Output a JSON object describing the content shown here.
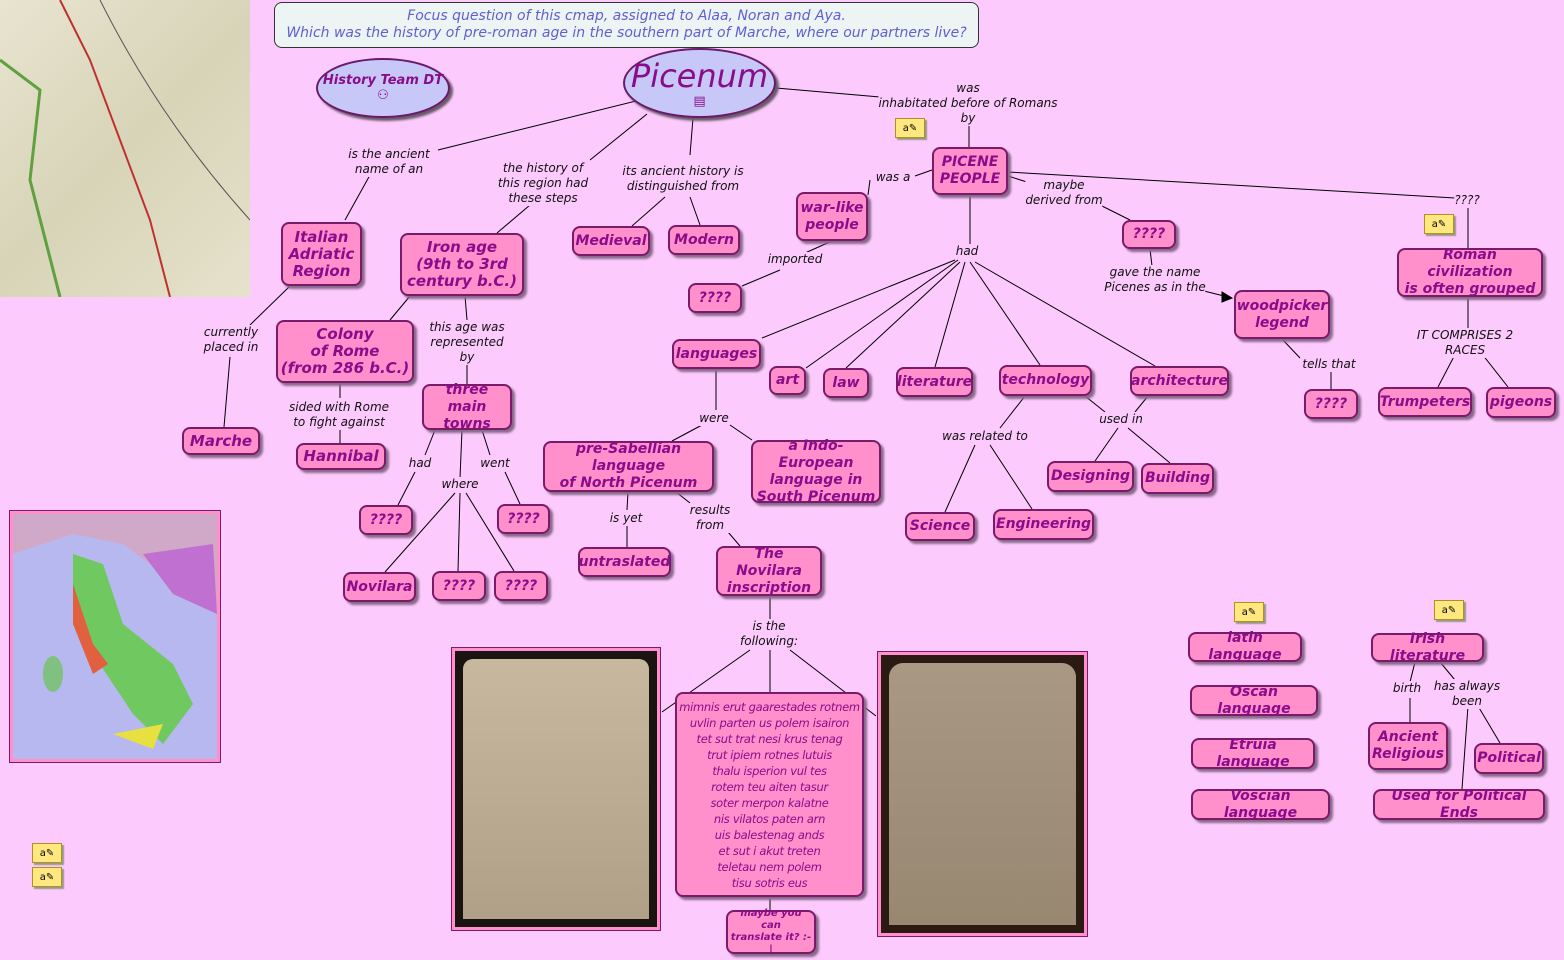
{
  "focus": {
    "line1": "Focus question of this cmap, assigned to Alaa, Noran and Aya.",
    "line2": "Which was the history of pre-roman age in the southern part of Marche, where our partners live?"
  },
  "colors": {
    "background": "#fccafc",
    "concept": "#ff90cc",
    "ellipse": "#c8c8f8",
    "text": "#8a0c8a"
  },
  "ellipses": {
    "team": "History Team DT",
    "main": "Picenum"
  },
  "concepts": {
    "italian": "Italian\nAdriatic\nRegion",
    "iron": "Iron age\n(9th to 3rd\ncentury b.C.)",
    "medieval": "Medieval",
    "modern": "Modern",
    "picene": "PICENE\nPEOPLE",
    "warlike": "war-like\npeople",
    "q_derived": "????",
    "roman": "Roman civilization\nis often grouped",
    "colony": "Colony\nof Rome\n(from 286 b.C.)",
    "marche": "Marche",
    "hannibal": "Hannibal",
    "towns": "three main\ntowns",
    "q_imported": "????",
    "languages": "languages",
    "art": "art",
    "law": "law",
    "literature": "literature",
    "technology": "technology",
    "architecture": "architecture",
    "woodpicker": "woodpicker\nlegend",
    "q_tells": "????",
    "trumpeters": "Trumpeters",
    "pigeons": "pigeons",
    "presab": "pre-Sabellian language\nof North Picenum",
    "indo": "a Indo-European\nlanguage in\nSouth Picenum",
    "q_had": "????",
    "q_went": "????",
    "designing": "Designing",
    "building": "Building",
    "science": "Science",
    "engineering": "Engineering",
    "untraslated": "untraslated",
    "inscription": "The Novilara\ninscription",
    "novilara": "Novilara",
    "q_w1": "????",
    "q_w2": "????",
    "latin": "latin language",
    "oscan": "Oscan language",
    "etruia": "Etruia language",
    "voscian": "Voscian language",
    "irish": "Irish literature",
    "ancient": "Ancient\nReligious",
    "political": "Political",
    "usedpol": "Used for Political Ends",
    "translate": "maybe you can\ntranslate it? :-|",
    "text": "mimnis erut gaarestades rotnem\nuvlin parten us polem isairon\ntet sut trat nesi krus tenag\ntrut ipiem rotnes lutuis\nthalu isperion vul tes\nrotem teu aiten tasur\nsoter merpon kalatne\nnis vilatos paten arn\nuis balestenag ands\net sut i akut treten\nteletau nem polem\ntisu sotris eus"
  },
  "links": {
    "ancient_name": "is the ancient\nname of an",
    "history_steps": "the history of\nthis region had\nthese steps",
    "distinguished": "its ancient history is\ndistinguished from",
    "inhabited": "was\ninhabitated before of Romans\nby",
    "was_a": "was a",
    "derived": "maybe\nderived from",
    "q_link": "????",
    "imported": "imported",
    "had": "had",
    "gave_name": "gave the name\nPicenes as in the",
    "comprises": "IT COMPRISES 2 RACES",
    "placed": "currently\nplaced in",
    "represented": "this age was\nrepresented\nby",
    "sided": "sided with Rome\nto fight against",
    "tells": "tells that",
    "were": "were",
    "used_in": "used in",
    "related": "was related to",
    "had2": "had",
    "went": "went",
    "where": "where",
    "is_yet": "is yet",
    "results": "results\nfrom",
    "following": "is the\nfollowing:",
    "birth": "birth",
    "always": "has always\nbeen"
  },
  "icons": {
    "note": "note-icon",
    "doc": "document-icon",
    "group": "group-icon"
  }
}
